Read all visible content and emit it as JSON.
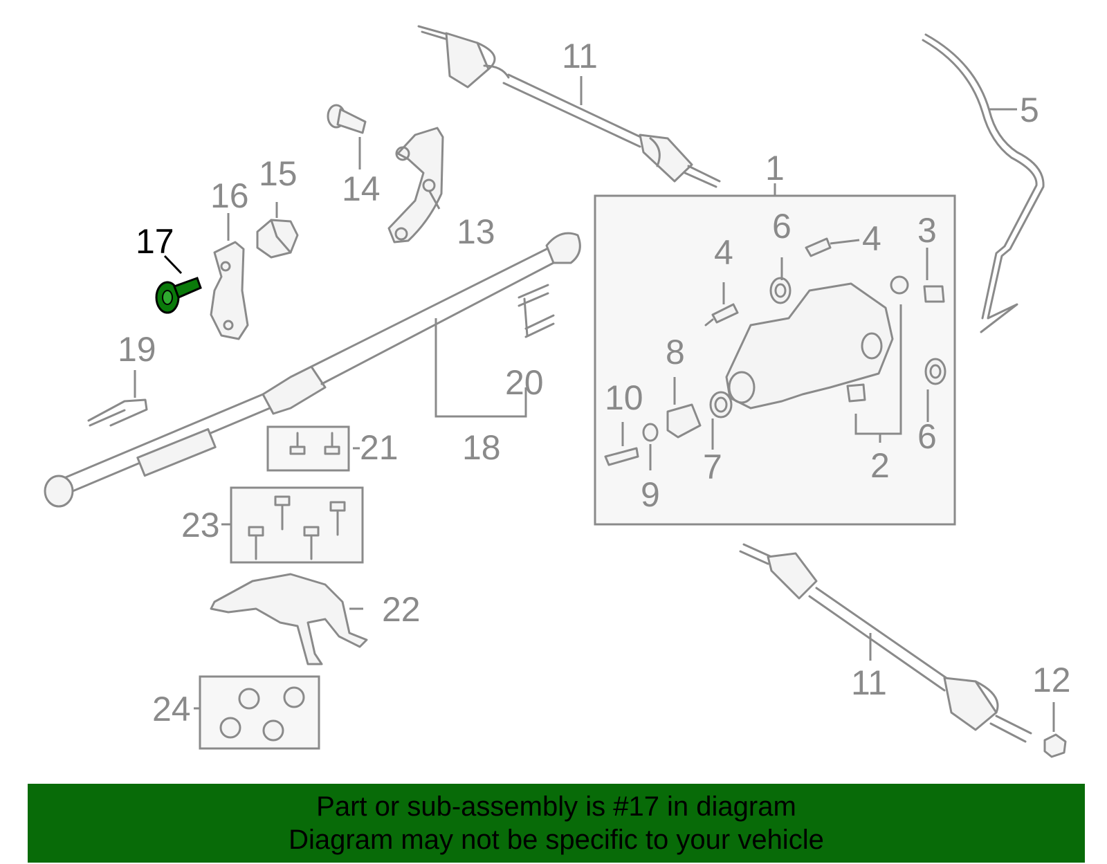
{
  "colors": {
    "part_line": "#8a8a8a",
    "highlight_part": "#0a7a0a",
    "highlight_label": "#000000",
    "banner_bg": "#086b08",
    "box_fill": "#f7f7f7"
  },
  "callouts": {
    "c1": "1",
    "c2": "2",
    "c3": "3",
    "c4a": "4",
    "c4b": "4",
    "c5": "5",
    "c6a": "6",
    "c6b": "6",
    "c7": "7",
    "c8": "8",
    "c9": "9",
    "c10": "10",
    "c11a": "11",
    "c11b": "11",
    "c12": "12",
    "c13": "13",
    "c14": "14",
    "c15": "15",
    "c16": "16",
    "c17": "17",
    "c18": "18",
    "c19": "19",
    "c20": "20",
    "c21": "21",
    "c22": "22",
    "c23": "23",
    "c24": "24"
  },
  "highlighted_callout": "17",
  "banner": {
    "line1": "Part or sub-assembly is #17 in diagram",
    "line2": "Diagram may not be specific to your vehicle"
  }
}
